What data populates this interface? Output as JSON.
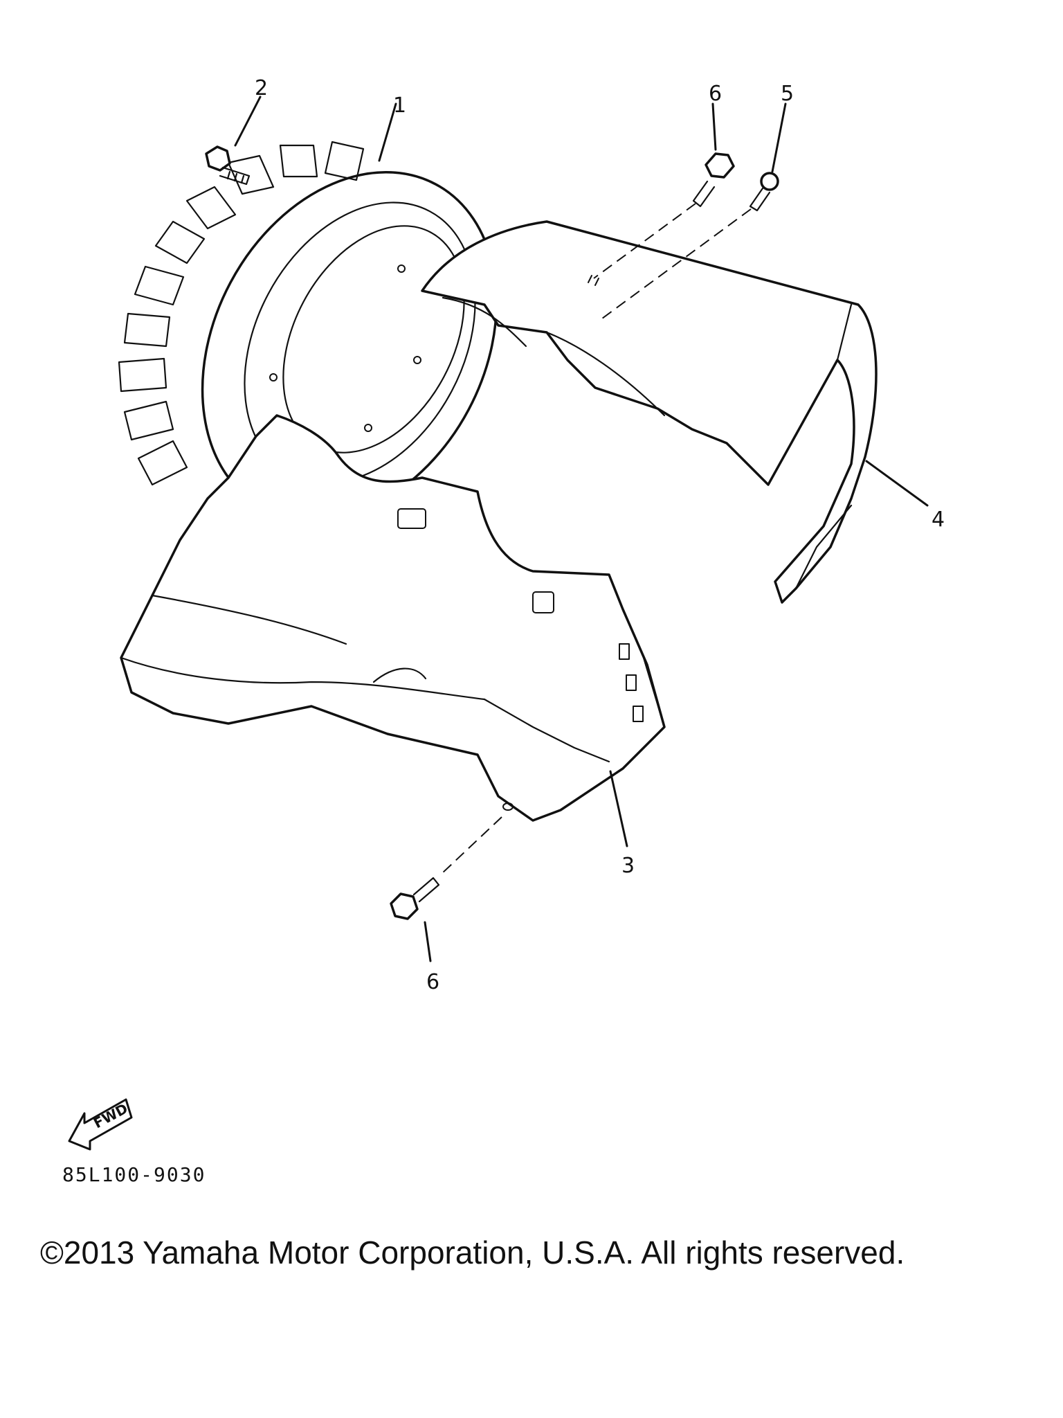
{
  "callouts": {
    "part_1": "1",
    "part_2": "2",
    "part_3": "3",
    "part_4": "4",
    "part_5": "5",
    "part_6_top": "6",
    "part_6_bottom": "6"
  },
  "fwd_indicator": "FWD",
  "drawing_code": "85L100-9030",
  "copyright": "©2013 Yamaha Motor Corporation, U.S.A. All rights reserved."
}
